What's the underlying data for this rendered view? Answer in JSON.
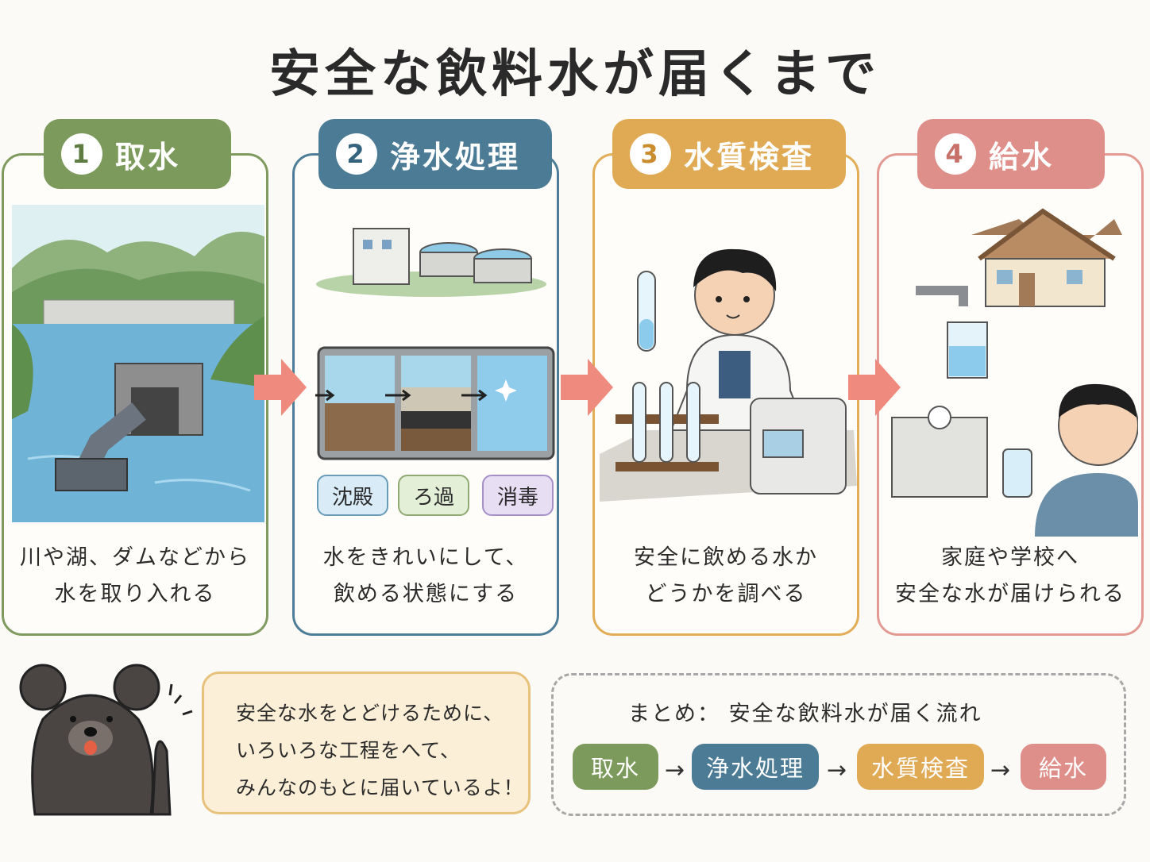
{
  "title": "安全な飲料水が届くまで",
  "steps": [
    {
      "num": "1",
      "name": "取水",
      "caption": [
        "川や湖、ダムなどから",
        "水を取り入れる"
      ]
    },
    {
      "num": "2",
      "name": "浄水処理",
      "caption": [
        "水をきれいにして、",
        "飲める状態にする"
      ]
    },
    {
      "num": "3",
      "name": "水質検査",
      "caption": [
        "安全に飲める水か",
        "どうかを調べる"
      ]
    },
    {
      "num": "4",
      "name": "給水",
      "caption": [
        "家庭や学校へ",
        "安全な水が届けられる"
      ]
    }
  ],
  "treatment_stages": [
    "沈殿",
    "ろ過",
    "消毒"
  ],
  "speech": [
    "安全な水をとどけるために、",
    "いろいろな工程をへて、",
    "みんなのもとに届いているよ！"
  ],
  "summary": {
    "title": "まとめ： 安全な飲料水が届く流れ",
    "flow": [
      "取水",
      "浄水処理",
      "水質検査",
      "給水"
    ],
    "arrow": "→"
  },
  "colors": {
    "step1": "#7c9a5b",
    "step2": "#4c7b96",
    "step3": "#e0aa55",
    "step4": "#df8f89",
    "arrow": "#ef8a7e",
    "bubble": "#fcefd7"
  }
}
